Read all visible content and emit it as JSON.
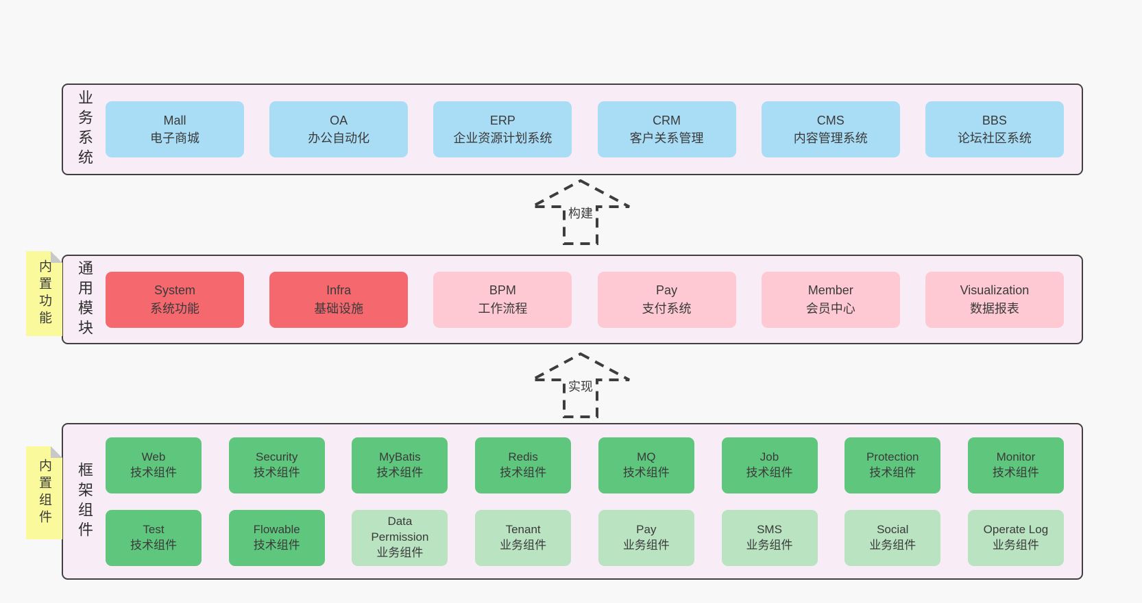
{
  "colors": {
    "page_bg": "#f8f8f8",
    "band_bg": "#f8edf6",
    "band_border": "#404040",
    "text": "#3a3a3a",
    "blue": "#a9ddf5",
    "red": "#f5686e",
    "pink": "#fec9d2",
    "green_dark": "#5fc67d",
    "green_light": "#b9e3c1",
    "sticky": "#fafa9c",
    "sticky_fold": "#c8c8c8"
  },
  "bands": [
    {
      "label": "业务系统",
      "boxes": [
        {
          "name": "Mall",
          "desc": "电子商城",
          "variant": "blue"
        },
        {
          "name": "OA",
          "desc": "办公自动化",
          "variant": "blue"
        },
        {
          "name": "ERP",
          "desc": "企业资源计划系统",
          "variant": "blue"
        },
        {
          "name": "CRM",
          "desc": "客户关系管理",
          "variant": "blue"
        },
        {
          "name": "CMS",
          "desc": "内容管理系统",
          "variant": "blue"
        },
        {
          "name": "BBS",
          "desc": "论坛社区系统",
          "variant": "blue"
        }
      ]
    },
    {
      "label": "通用模块",
      "sticky": "内置功能",
      "boxes": [
        {
          "name": "System",
          "desc": "系统功能",
          "variant": "red"
        },
        {
          "name": "Infra",
          "desc": "基础设施",
          "variant": "red"
        },
        {
          "name": "BPM",
          "desc": "工作流程",
          "variant": "pink"
        },
        {
          "name": "Pay",
          "desc": "支付系统",
          "variant": "pink"
        },
        {
          "name": "Member",
          "desc": "会员中心",
          "variant": "pink"
        },
        {
          "name": "Visualization",
          "desc": "数据报表",
          "variant": "pink"
        }
      ]
    },
    {
      "label": "框架组件",
      "sticky": "内置组件",
      "rows": [
        [
          {
            "name": "Web",
            "desc": "技术组件",
            "variant": "green_dark"
          },
          {
            "name": "Security",
            "desc": "技术组件",
            "variant": "green_dark"
          },
          {
            "name": "MyBatis",
            "desc": "技术组件",
            "variant": "green_dark"
          },
          {
            "name": "Redis",
            "desc": "技术组件",
            "variant": "green_dark"
          },
          {
            "name": "MQ",
            "desc": "技术组件",
            "variant": "green_dark"
          },
          {
            "name": "Job",
            "desc": "技术组件",
            "variant": "green_dark"
          },
          {
            "name": "Protection",
            "desc": "技术组件",
            "variant": "green_dark"
          },
          {
            "name": "Monitor",
            "desc": "技术组件",
            "variant": "green_dark"
          }
        ],
        [
          {
            "name": "Test",
            "desc": "技术组件",
            "variant": "green_dark"
          },
          {
            "name": "Flowable",
            "desc": "技术组件",
            "variant": "green_dark"
          },
          {
            "name": "Data Permission",
            "desc": "业务组件",
            "variant": "green_light"
          },
          {
            "name": "Tenant",
            "desc": "业务组件",
            "variant": "green_light"
          },
          {
            "name": "Pay",
            "desc": "业务组件",
            "variant": "green_light"
          },
          {
            "name": "SMS",
            "desc": "业务组件",
            "variant": "green_light"
          },
          {
            "name": "Social",
            "desc": "业务组件",
            "variant": "green_light"
          },
          {
            "name": "Operate Log",
            "desc": "业务组件",
            "variant": "green_light"
          }
        ]
      ]
    }
  ],
  "arrows": [
    {
      "label": "构建"
    },
    {
      "label": "实现"
    }
  ]
}
